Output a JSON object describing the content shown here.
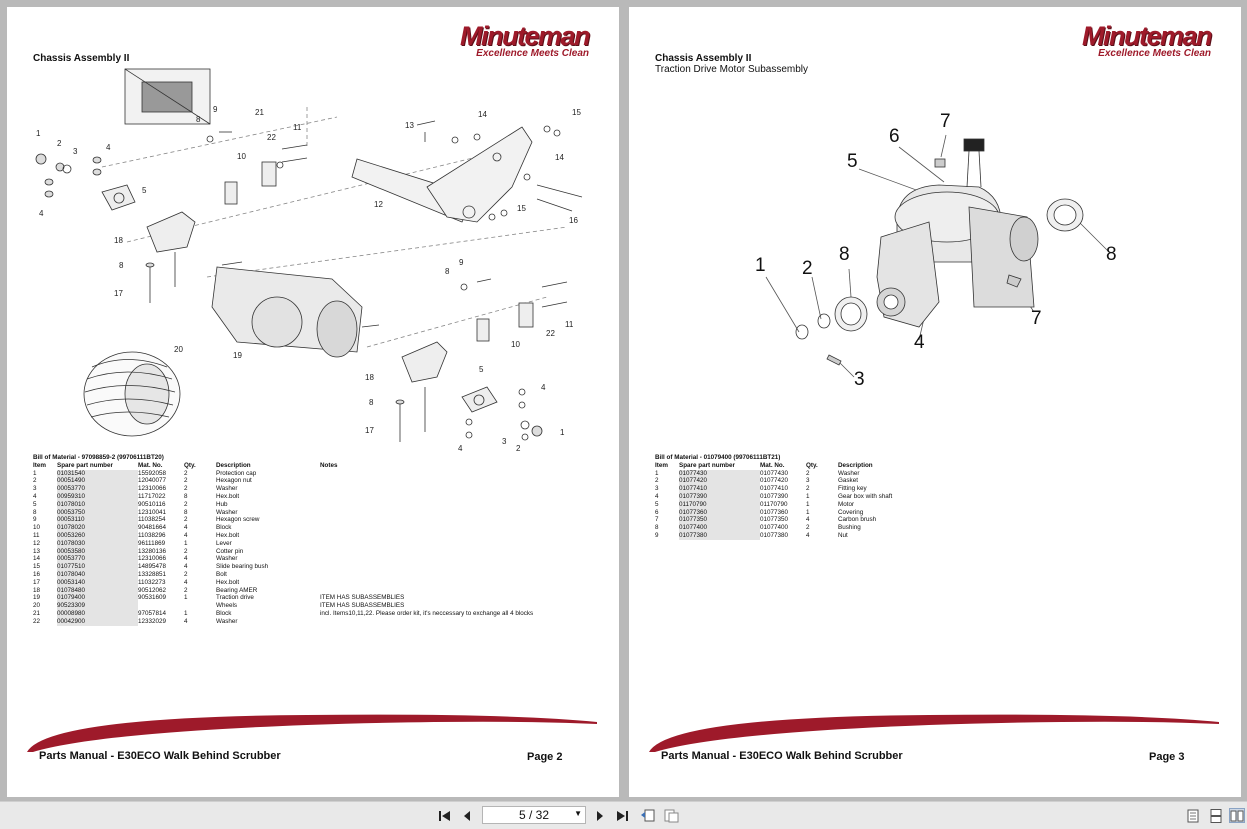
{
  "brand": {
    "name": "Minuteman",
    "tagline": "Excellence Meets Clean",
    "color": "#9e1a2a"
  },
  "left_page": {
    "section_title": "Chassis Assembly II",
    "diagram_labels": [
      "1",
      "2",
      "3",
      "4",
      "4",
      "5",
      "8",
      "9",
      "21",
      "22",
      "11",
      "10",
      "13",
      "14",
      "15",
      "14",
      "12",
      "15",
      "16",
      "18",
      "8",
      "17",
      "9",
      "8",
      "20",
      "19",
      "11",
      "22",
      "10",
      "18",
      "5",
      "8",
      "4",
      "17",
      "3",
      "1",
      "4",
      "2"
    ],
    "bom_title": "Bill of Material - 97098859-2 (99706111BT20)",
    "headers": [
      "Item",
      "Spare part number",
      "Mat. No.",
      "Qty.",
      "Description",
      "Notes"
    ],
    "rows": [
      [
        "1",
        "01031540",
        "15592058",
        "2",
        "Protection cap",
        ""
      ],
      [
        "2",
        "00051490",
        "12040077",
        "2",
        "Hexagon nut",
        ""
      ],
      [
        "3",
        "00053770",
        "12310066",
        "2",
        "Washer",
        ""
      ],
      [
        "4",
        "00959310",
        "11717022",
        "8",
        "Hex.bolt",
        ""
      ],
      [
        "5",
        "01078010",
        "90510116",
        "2",
        "Hub",
        ""
      ],
      [
        "8",
        "00053750",
        "12310041",
        "8",
        "Washer",
        ""
      ],
      [
        "9",
        "00053110",
        "11038254",
        "2",
        "Hexagon screw",
        ""
      ],
      [
        "10",
        "01078020",
        "90481664",
        "4",
        "Block",
        ""
      ],
      [
        "11",
        "00053260",
        "11038296",
        "4",
        "Hex.bolt",
        ""
      ],
      [
        "12",
        "01078030",
        "96111869",
        "1",
        "Lever",
        ""
      ],
      [
        "13",
        "00053580",
        "13280136",
        "2",
        "Cotter pin",
        ""
      ],
      [
        "14",
        "00053770",
        "12310066",
        "4",
        "Washer",
        ""
      ],
      [
        "15",
        "01077510",
        "14895478",
        "4",
        "Slide bearing bush",
        ""
      ],
      [
        "16",
        "01078040",
        "13328851",
        "2",
        "Bolt",
        ""
      ],
      [
        "17",
        "00053140",
        "11032273",
        "4",
        "Hex.bolt",
        ""
      ],
      [
        "18",
        "01078480",
        "90512062",
        "2",
        "Bearing AMER",
        ""
      ],
      [
        "19",
        "01079400",
        "90531609",
        "1",
        "Traction drive",
        "ITEM HAS SUBASSEMBLIES"
      ],
      [
        "20",
        "90523309",
        "",
        "",
        "Wheels",
        "ITEM HAS SUBASSEMBLIES"
      ],
      [
        "21",
        "00008980",
        "97057814",
        "1",
        "Block",
        "incl. Items10,11,22. Please order kit, it's neccessary to exchange all 4 blocks"
      ],
      [
        "22",
        "00042900",
        "12332029",
        "4",
        "Washer",
        ""
      ]
    ],
    "footer_title": "Parts Manual - E30ECO Walk Behind Scrubber",
    "footer_page": "Page 2"
  },
  "right_page": {
    "section_title": "Chassis Assembly II",
    "section_subtitle": "Traction Drive Motor Subassembly",
    "diagram_labels": [
      "6",
      "7",
      "5",
      "8",
      "1",
      "2",
      "8",
      "4",
      "7",
      "3"
    ],
    "bom_title": "Bill of Material - 01079400 (99706111BT21)",
    "headers": [
      "Item",
      "Spare part number",
      "Mat. No.",
      "Qty.",
      "Description"
    ],
    "rows": [
      [
        "1",
        "01077430",
        "01077430",
        "2",
        "Washer"
      ],
      [
        "2",
        "01077420",
        "01077420",
        "3",
        "Gasket"
      ],
      [
        "3",
        "01077410",
        "01077410",
        "2",
        "Fitting key"
      ],
      [
        "4",
        "01077390",
        "01077390",
        "1",
        "Gear box with shaft"
      ],
      [
        "5",
        "01170790",
        "01170790",
        "1",
        "Motor"
      ],
      [
        "6",
        "01077360",
        "01077360",
        "1",
        "Covering"
      ],
      [
        "7",
        "01077350",
        "01077350",
        "4",
        "Carbon brush"
      ],
      [
        "8",
        "01077400",
        "01077400",
        "2",
        "Bushing"
      ],
      [
        "9",
        "01077380",
        "01077380",
        "4",
        "Nut"
      ]
    ],
    "footer_title": "Parts Manual - E30ECO Walk Behind Scrubber",
    "footer_page": "Page 3"
  },
  "toolbar": {
    "page_indicator": "5 / 32",
    "icons": [
      "first-page-icon",
      "prev-page-icon",
      "next-page-icon",
      "last-page-icon",
      "previous-view-icon",
      "next-view-icon",
      "single-page-view-icon",
      "continuous-view-icon",
      "two-page-view-icon"
    ]
  }
}
